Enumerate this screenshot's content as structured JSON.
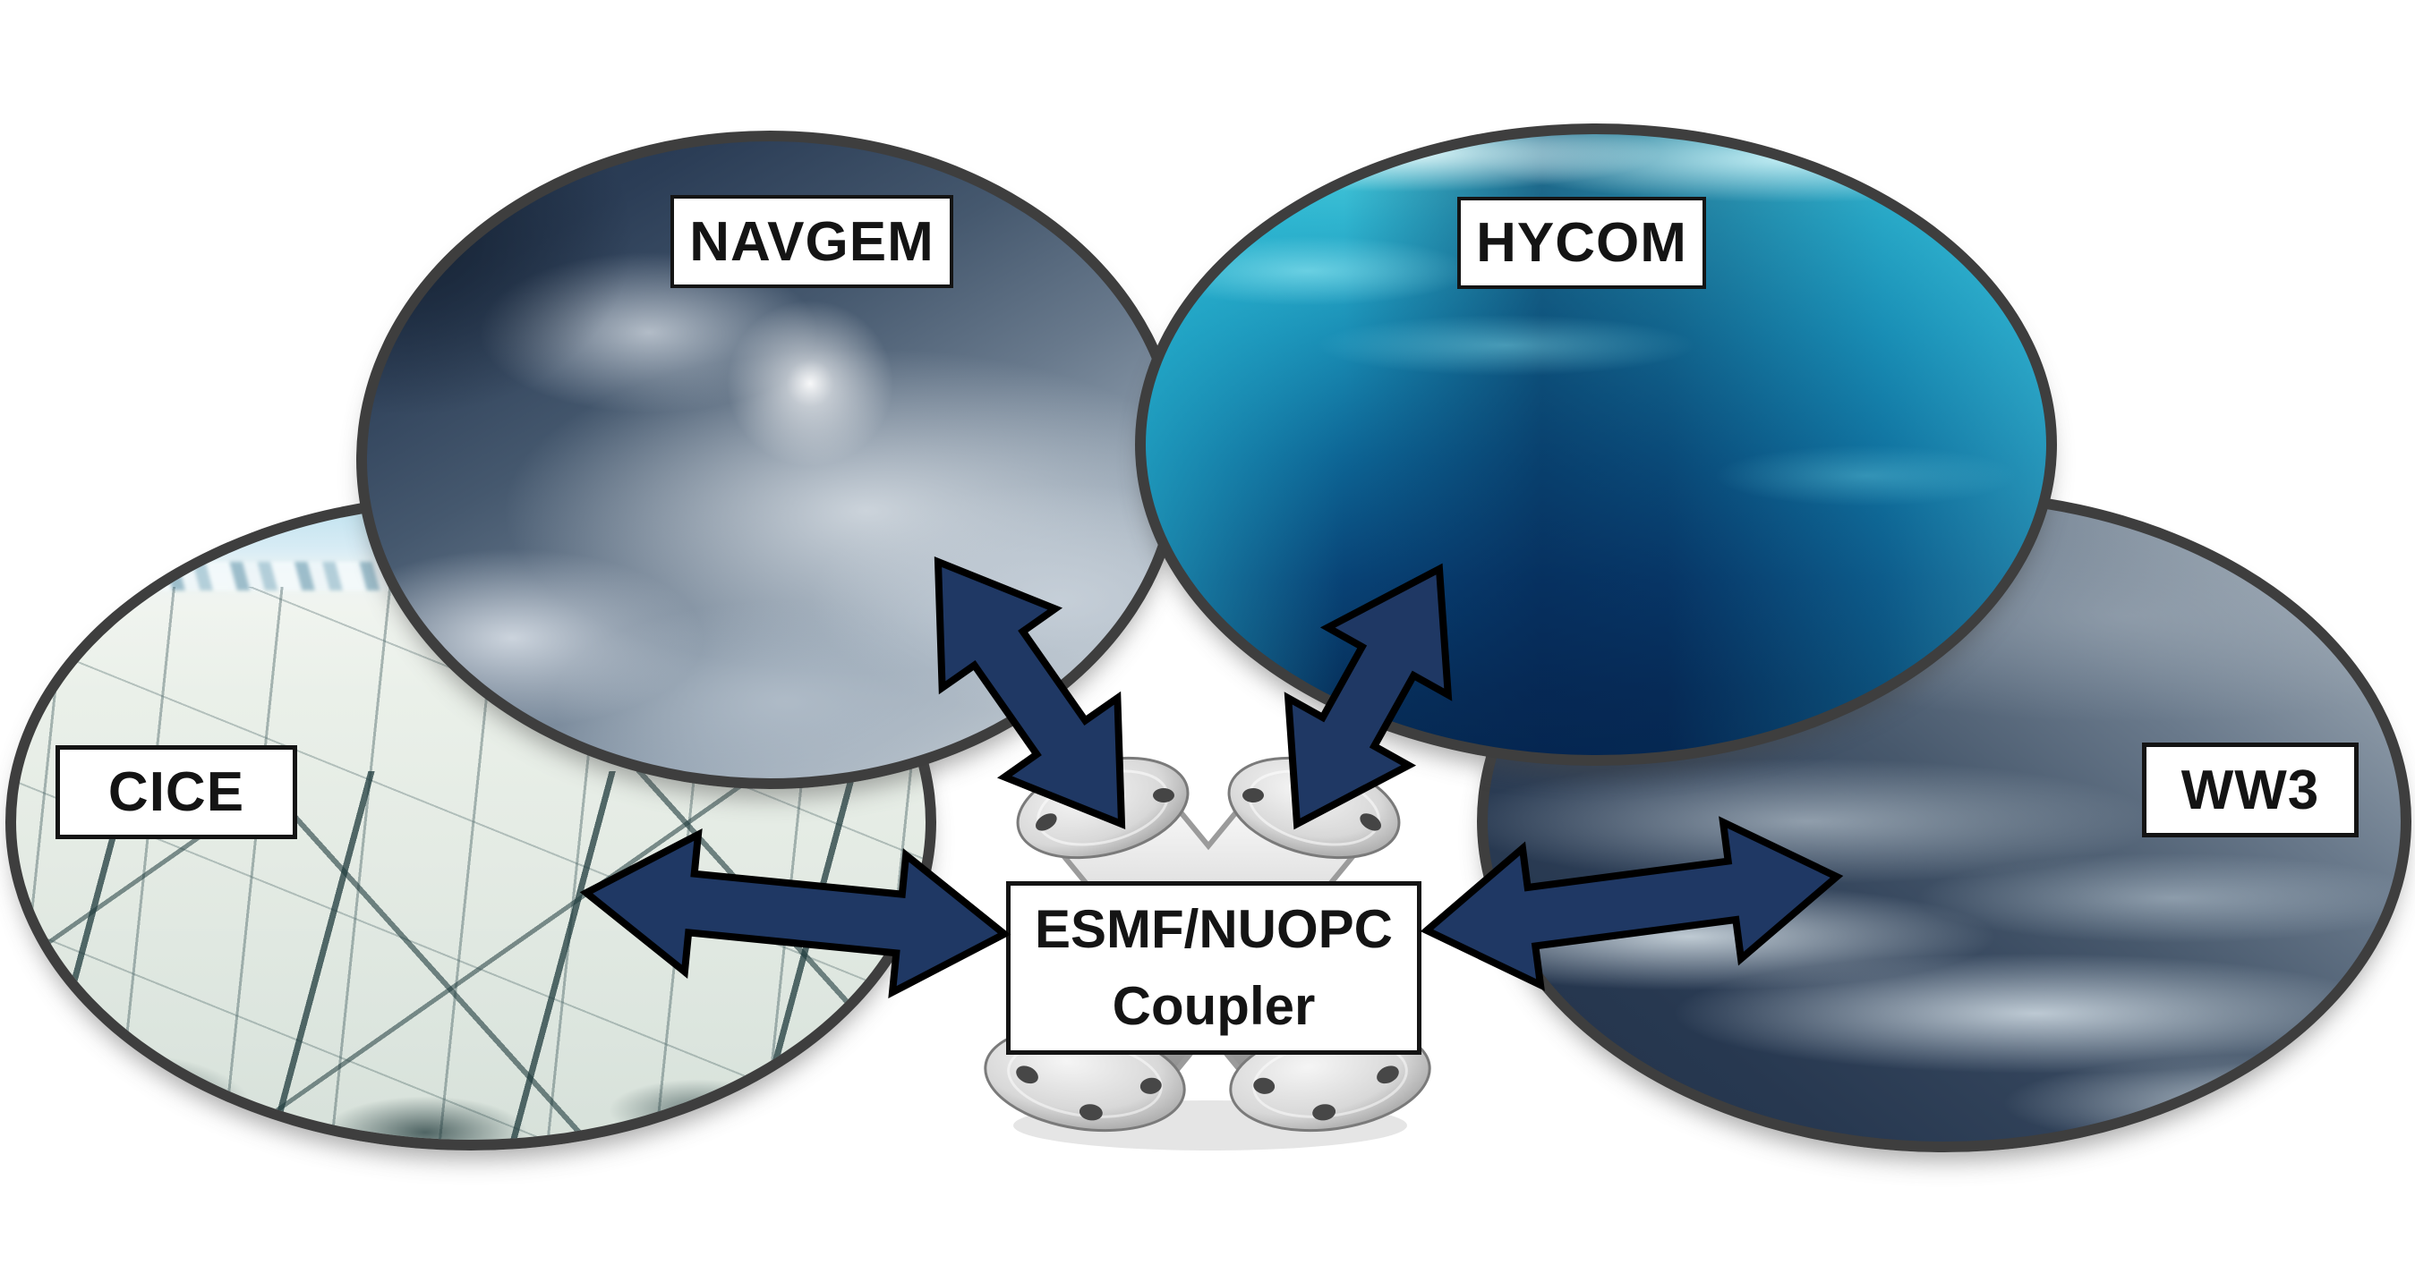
{
  "components": [
    {
      "id": "navgem",
      "label": "NAVGEM",
      "image": "storm-clouds-aerial-photo"
    },
    {
      "id": "hycom",
      "label": "HYCOM",
      "image": "underwater-ocean-sunbeams-photo"
    },
    {
      "id": "cice",
      "label": "CICE",
      "image": "sea-ice-floes-photo"
    },
    {
      "id": "ww3",
      "label": "WW3",
      "image": "stormy-ocean-waves-photo"
    }
  ],
  "coupler": {
    "label_line1": "ESMF/NUOPC",
    "label_line2": "Coupler",
    "image": "metal-pipe-cross-coupler"
  },
  "connections": [
    {
      "id": "navgem-coupler",
      "from": "navgem",
      "to": "coupler",
      "bidirectional": true
    },
    {
      "id": "hycom-coupler",
      "from": "hycom",
      "to": "coupler",
      "bidirectional": true
    },
    {
      "id": "cice-coupler",
      "from": "cice",
      "to": "coupler",
      "bidirectional": true
    },
    {
      "id": "ww3-coupler",
      "from": "ww3",
      "to": "coupler",
      "bidirectional": true
    }
  ],
  "colors": {
    "arrow_fill": "#1f3864",
    "arrow_outline": "#000000",
    "ellipse_border": "#3e3e3e",
    "label_background": "#ffffff",
    "label_border": "#141414",
    "label_text": "#141414",
    "background": "#ffffff"
  }
}
